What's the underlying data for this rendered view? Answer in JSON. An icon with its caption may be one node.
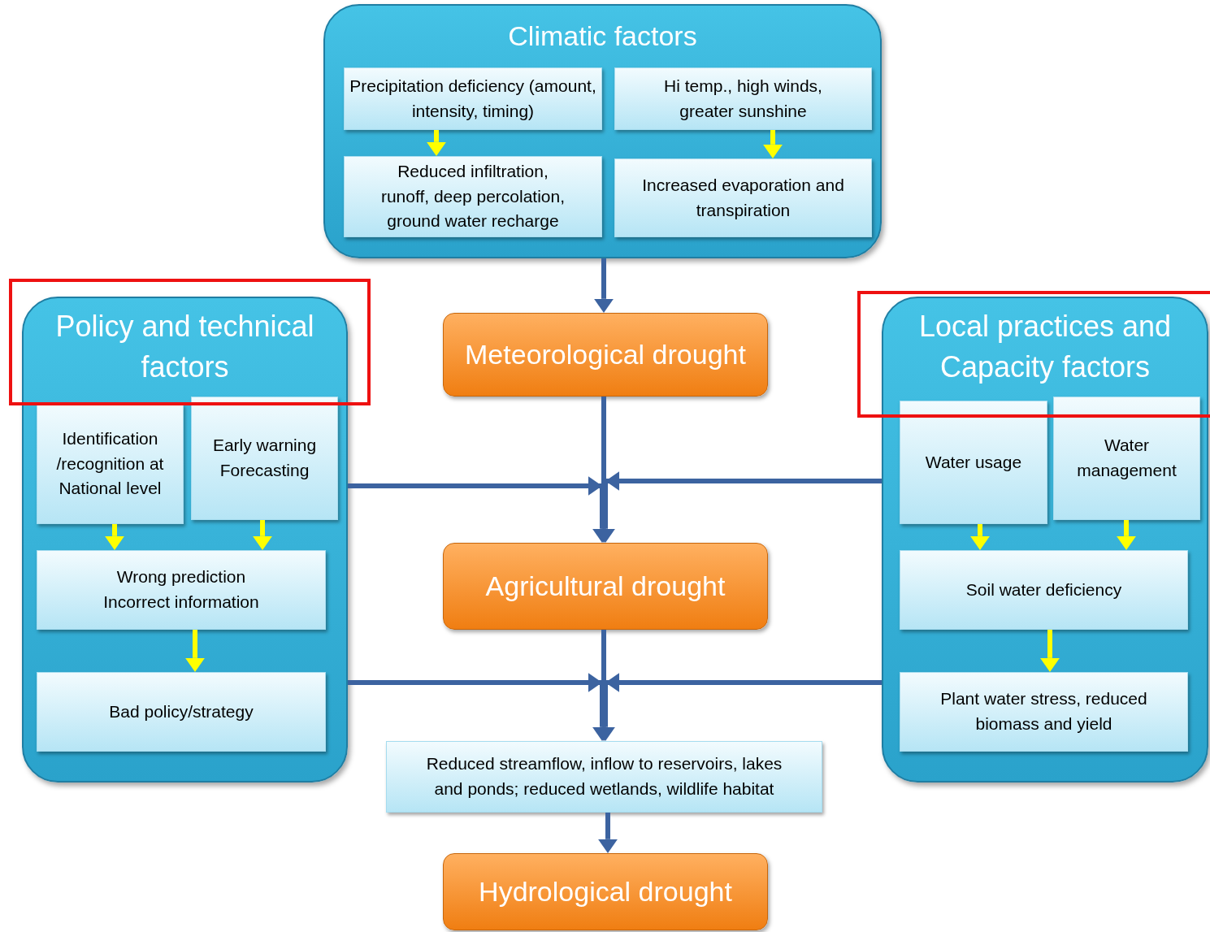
{
  "diagram": {
    "nodes": [
      {
        "text": [
          "Climatic factors"
        ]
      },
      {
        "text": [
          "Precipitation deficiency (amount, intensity, timing)"
        ],
        "in": 0
      },
      {
        "text": [
          "Hi temp., high winds, greater sunshine"
        ],
        "in": 0
      },
      {
        "text": [
          "Reduced infiltration, runoff, deep percolation, ground water recharge"
        ],
        "in": 0
      },
      {
        "text": [
          "Increased evaporation and transpiration"
        ],
        "in": 0
      },
      {
        "text": [
          "Policy and technical factors"
        ]
      },
      {
        "text": [
          "Identification /recognition at National level"
        ],
        "in": 5
      },
      {
        "text": [
          "Early warning Forecasting"
        ],
        "in": 5
      },
      {
        "text": [
          "Wrong prediction Incorrect information"
        ],
        "in": 5
      },
      {
        "text": [
          "Bad policy/strategy"
        ],
        "in": 5
      },
      {
        "text": [
          "Meteorological drought"
        ]
      },
      {
        "text": [
          "Agricultural drought"
        ]
      },
      {
        "text": [
          "Reduced streamflow, inflow to reservoirs, lakes and ponds;  reduced wetlands, wildlife habitat"
        ]
      },
      {
        "text": [
          "Hydrological drought"
        ]
      },
      {
        "text": [
          "Local practices and Capacity factors"
        ]
      },
      {
        "text": [
          "Water usage"
        ],
        "in": 14
      },
      {
        "text": [
          "Water management"
        ],
        "in": 14
      },
      {
        "text": [
          "Soil water deficiency"
        ],
        "in": 14
      },
      {
        "text": [
          "Plant water stress, reduced biomass and yield"
        ],
        "in": 14
      }
    ],
    "edges": [
      {
        "from": 1,
        "to": 3,
        "arrow": "to",
        "color": "#ffff00"
      },
      {
        "from": 2,
        "to": 4,
        "arrow": "to",
        "color": "#ffff00"
      },
      {
        "from": 0,
        "to": 10,
        "arrow": "to",
        "color": "#3c63a0"
      },
      {
        "from": 10,
        "to": 11,
        "arrow": "to",
        "color": "#3c63a0"
      },
      {
        "from": 5,
        "to": 11,
        "arrow": "to",
        "color": "#3c63a0"
      },
      {
        "from": 14,
        "to": 11,
        "arrow": "to",
        "color": "#3c63a0"
      },
      {
        "from": 6,
        "to": 8,
        "arrow": "to",
        "color": "#ffff00"
      },
      {
        "from": 7,
        "to": 8,
        "arrow": "to",
        "color": "#ffff00"
      },
      {
        "from": 8,
        "to": 9,
        "arrow": "to",
        "color": "#ffff00"
      },
      {
        "from": 11,
        "to": 12,
        "arrow": "to",
        "color": "#3c63a0"
      },
      {
        "from": 5,
        "to": 12,
        "arrow": "to",
        "color": "#3c63a0"
      },
      {
        "from": 14,
        "to": 12,
        "arrow": "to",
        "color": "#3c63a0"
      },
      {
        "from": 12,
        "to": 13,
        "arrow": "to",
        "color": "#3c63a0"
      },
      {
        "from": 15,
        "to": 17,
        "arrow": "to",
        "color": "#ffff00"
      },
      {
        "from": 16,
        "to": 17,
        "arrow": "to",
        "color": "#ffff00"
      },
      {
        "from": 17,
        "to": 18,
        "arrow": "to",
        "color": "#ffff00"
      }
    ]
  }
}
